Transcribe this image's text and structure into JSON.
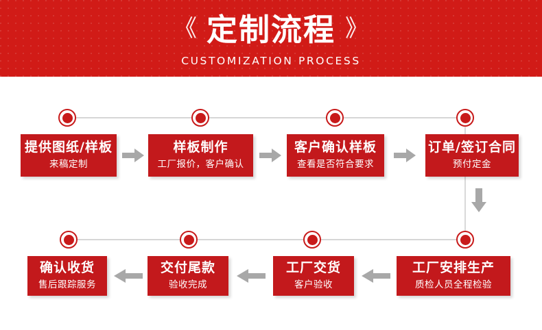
{
  "header": {
    "title_cn": "定制流程",
    "subtitle": "CUSTOMIZATION PROCESS",
    "guillemet_left": "《",
    "guillemet_right": "》",
    "bg_color": "#d11b17"
  },
  "theme": {
    "red": "#c3191c",
    "marker_red": "#c81a1a",
    "arrow_gray": "#a6a6a6",
    "line_gray": "#bfbfbf",
    "text_white": "#ffffff"
  },
  "flow": {
    "row1": {
      "direction": "left-to-right",
      "steps": [
        {
          "title": "提供图纸/样板",
          "subtitle": "来稿定制"
        },
        {
          "title": "样板制作",
          "subtitle": "工厂报价，客户确认"
        },
        {
          "title": "客户确认样板",
          "subtitle": "查看是否符合要求"
        },
        {
          "title": "订单/签订合同",
          "subtitle": "预付定金"
        }
      ]
    },
    "row2": {
      "direction": "right-to-left",
      "steps": [
        {
          "title": "确认收货",
          "subtitle": "售后跟踪服务"
        },
        {
          "title": "交付尾款",
          "subtitle": "验收完成"
        },
        {
          "title": "工厂交货",
          "subtitle": "客户验收"
        },
        {
          "title": "工厂安排生产",
          "subtitle": "质检人员全程检验"
        }
      ]
    }
  }
}
